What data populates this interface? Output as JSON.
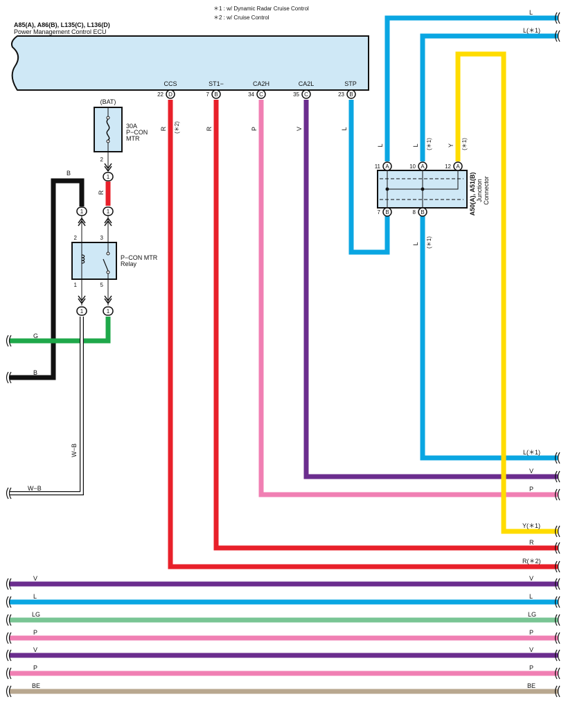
{
  "notes": {
    "note1": "＊1 : w/ Dynamic Radar Cruise Control",
    "note2": "＊2 : w/ Cruise Control"
  },
  "ecu": {
    "code": "A85(A), A86(B), L135(C), L136(D)",
    "name": "Power Management Control ECU",
    "pins": [
      {
        "label": "CCS",
        "num": "22",
        "conn": "D"
      },
      {
        "label": "ST1−",
        "num": "7",
        "conn": "B"
      },
      {
        "label": "CA2H",
        "num": "34",
        "conn": "C"
      },
      {
        "label": "CA2L",
        "num": "35",
        "conn": "C"
      },
      {
        "label": "STP",
        "num": "23",
        "conn": "B"
      }
    ]
  },
  "fuse": {
    "source": "(BAT)",
    "line1": "30A",
    "line2": "P−CON",
    "line3": "MTR",
    "pin": "2"
  },
  "relay": {
    "line1": "P−CON MTR",
    "line2": "Relay",
    "pins": {
      "p2": "2",
      "p3": "3",
      "p1": "1",
      "p5": "5"
    }
  },
  "junction": {
    "code": "A50(A), A51(B)",
    "line1": "Junction",
    "line2": "Connector",
    "top_pins": [
      {
        "num": "11",
        "conn": "A"
      },
      {
        "num": "10",
        "conn": "A"
      },
      {
        "num": "12",
        "conn": "A"
      }
    ],
    "bottom_pins": [
      {
        "num": "7",
        "conn": "B"
      },
      {
        "num": "8",
        "conn": "B"
      }
    ]
  },
  "connector_one": "1",
  "wire_labels": {
    "ccs_color": "R",
    "ccs_note": "(＊2)",
    "st1_color": "R",
    "ca2h_color": "P",
    "ca2l_color": "V",
    "stp_color": "L",
    "jc11_color": "L",
    "jc10_color": "L",
    "jc10_note": "(＊1)",
    "jc12_color": "Y",
    "jc12_note": "(＊1)",
    "jc8_color": "L",
    "jc8_note": "(＊1)",
    "fuse_relay_color": "R",
    "black_wire": "B",
    "green_left": "G",
    "black_left": "B",
    "wb_vertical": "W−B",
    "wb_left": "W−B"
  },
  "right_labels": [
    {
      "id": "r-l-top",
      "text": "L"
    },
    {
      "id": "r-l1-top",
      "text": "L(＊1)"
    },
    {
      "id": "r-l1",
      "text": "L(＊1)"
    },
    {
      "id": "r-v",
      "text": "V"
    },
    {
      "id": "r-p",
      "text": "P"
    },
    {
      "id": "r-y1",
      "text": "Y(＊1)"
    },
    {
      "id": "r-r",
      "text": "R"
    },
    {
      "id": "r-r2",
      "text": "R(＊2)"
    }
  ],
  "bus_wires": [
    {
      "left": "V",
      "right": "V",
      "color": "#6b2d8e"
    },
    {
      "left": "L",
      "right": "L",
      "color": "#0aa6e2"
    },
    {
      "left": "LG",
      "right": "LG",
      "color": "#79c594"
    },
    {
      "left": "P",
      "right": "P",
      "color": "#f07fb3"
    },
    {
      "left": "V",
      "right": "V",
      "color": "#6b2d8e"
    },
    {
      "left": "P",
      "right": "P",
      "color": "#f07fb3"
    },
    {
      "left": "BE",
      "right": "BE",
      "color": "#b8a78f"
    }
  ],
  "colors": {
    "red": "#e8202a",
    "blue": "#0aa6e2",
    "yellow": "#ffdc00",
    "purple": "#6b2d8e",
    "pink": "#f07fb3",
    "green": "#1fa84a",
    "black": "#111111",
    "component_fill": "#cfe8f6"
  }
}
